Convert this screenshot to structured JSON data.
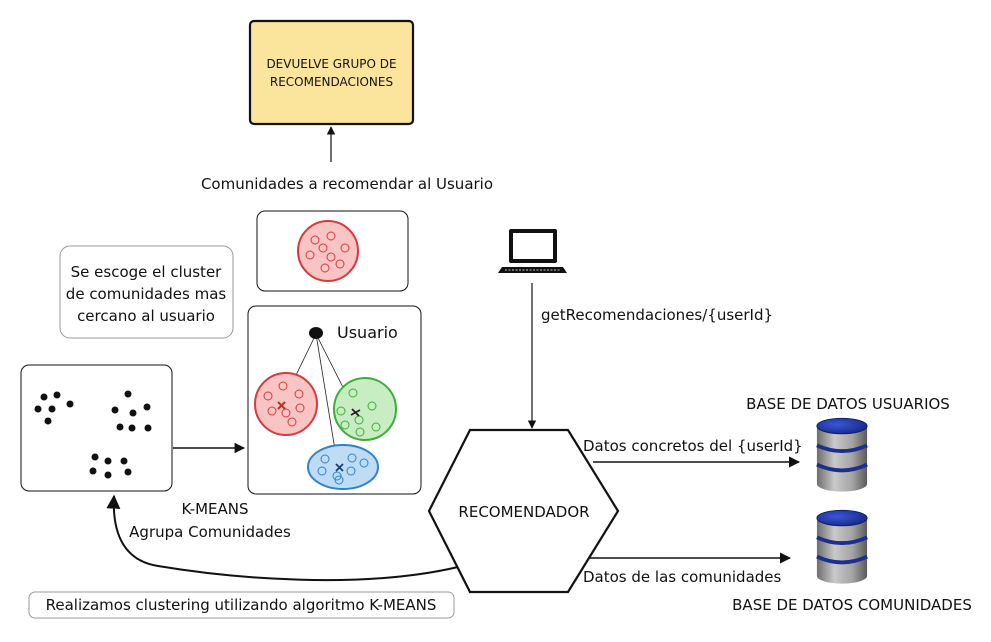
{
  "top_box": {
    "line1": "DEVUELVE GRUPO DE",
    "line2": "RECOMENDACIONES",
    "fill": "#fbe49c",
    "stroke": "#111111"
  },
  "labels": {
    "communities_to_recommend": "Comunidades a recomendar al Usuario",
    "cluster_note": [
      "Se escoge el cluster",
      "de comunidades mas",
      "cercano al usuario"
    ],
    "user": "Usuario",
    "endpoint": "getRecomendaciones/{userId}",
    "db_users": "BASE DE DATOS USUARIOS",
    "db_communities": "BASE DE DATOS COMUNIDADES",
    "user_data": "Datos concretos del {userId}",
    "community_data": "Datos de las comunidades",
    "recommender": "RECOMENDADOR",
    "kmeans": "K-MEANS",
    "kmeans_sub": "Agrupa Comunidades",
    "clustering_note": "Realizamos clustering utilizando algoritmo K-MEANS"
  },
  "colors": {
    "red_fill": "#f8c4c4",
    "red_stroke": "#d9393d",
    "green_fill": "#c8edc2",
    "green_stroke": "#3cae3a",
    "blue_fill": "#bfdcf6",
    "blue_stroke": "#2f82cc",
    "db_blue": "#1b2f8f",
    "db_gray": "#8d8d8d"
  },
  "icons": {
    "client": "laptop-icon",
    "database": "database-icon"
  }
}
